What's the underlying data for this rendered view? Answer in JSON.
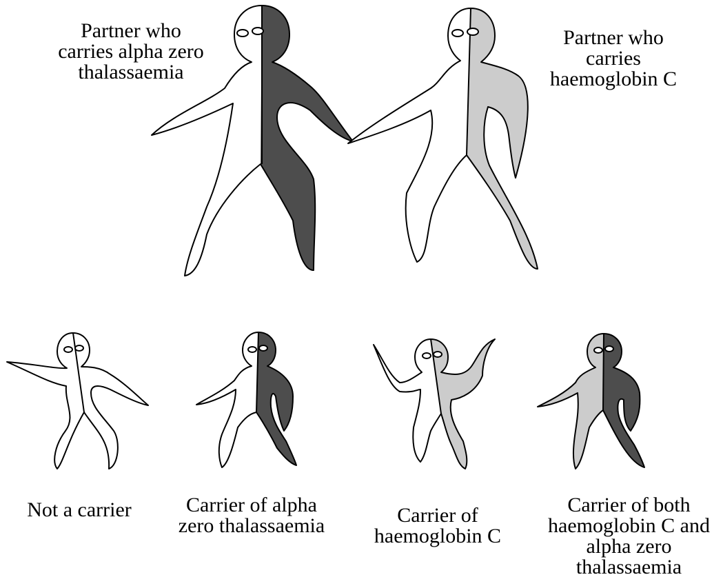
{
  "parents": {
    "left_label": "Partner who\ncarries alpha zero\nthalassaemia",
    "right_label": "Partner who\ncarries\nhaemoglobin C"
  },
  "children": [
    {
      "label": "Not a carrier"
    },
    {
      "label": "Carrier of alpha\nzero thalassaemia"
    },
    {
      "label": "Carrier of\nhaemoglobin C"
    },
    {
      "label": "Carrier of both\nhaemoglobin C and\nalpha zero\nthalassaemia"
    }
  ],
  "colors": {
    "alpha_zero_thalassaemia": "#4d4d4d",
    "haemoglobin_c": "#cccccc",
    "normal": "#ffffff",
    "outline": "#000000"
  }
}
